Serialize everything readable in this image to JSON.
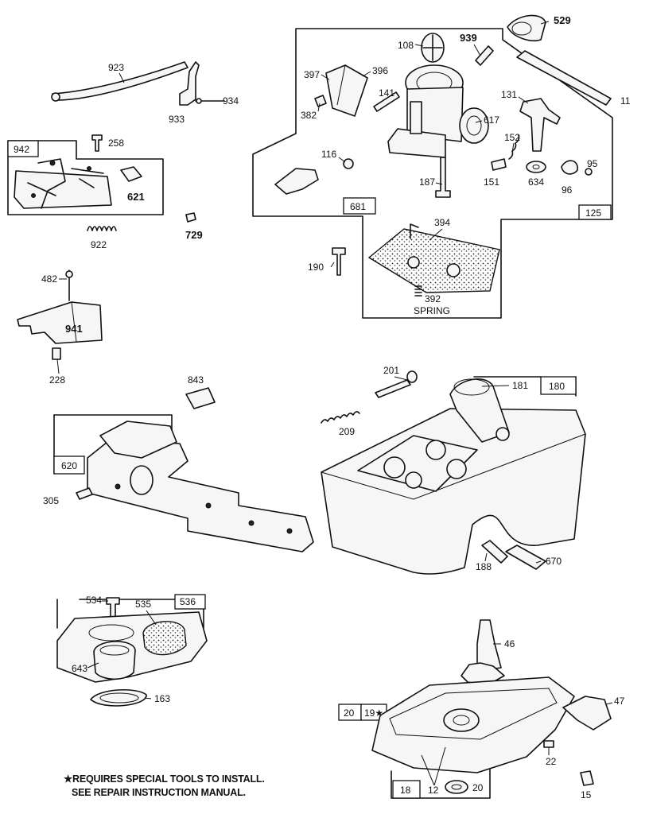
{
  "labels": {
    "p923": "923",
    "p933": "933",
    "p934": "934",
    "p942": "942",
    "p258": "258",
    "p621": "621",
    "p922": "922",
    "p729": "729",
    "p108": "108",
    "p939": "939",
    "p529": "529",
    "p397": "397",
    "p396": "396",
    "p382": "382",
    "p141": "141",
    "p617": "617",
    "p11": "11",
    "p131": "131",
    "p116": "116",
    "p152": "152",
    "p95": "95",
    "p151": "151",
    "p634": "634",
    "p96": "96",
    "p187": "187",
    "p681": "681",
    "p125": "125",
    "p394": "394",
    "p190": "190",
    "p392": "392",
    "spring": "SPRING",
    "p482": "482",
    "p941": "941",
    "p228": "228",
    "p843": "843",
    "p201": "201",
    "p181": "181",
    "p180": "180",
    "p209": "209",
    "p620": "620",
    "p305": "305",
    "p188": "188",
    "p670": "670",
    "p534": "534",
    "p535": "535",
    "p536": "536",
    "p643": "643",
    "p163": "163",
    "p46": "46",
    "p47": "47",
    "p20a": "20",
    "p19": "19★",
    "p22": "22",
    "p18": "18",
    "p12": "12",
    "p20b": "20",
    "p15": "15"
  },
  "footnote": {
    "line1": "★REQUIRES SPECIAL TOOLS TO INSTALL.",
    "line2": "SEE REPAIR INSTRUCTION MANUAL."
  }
}
